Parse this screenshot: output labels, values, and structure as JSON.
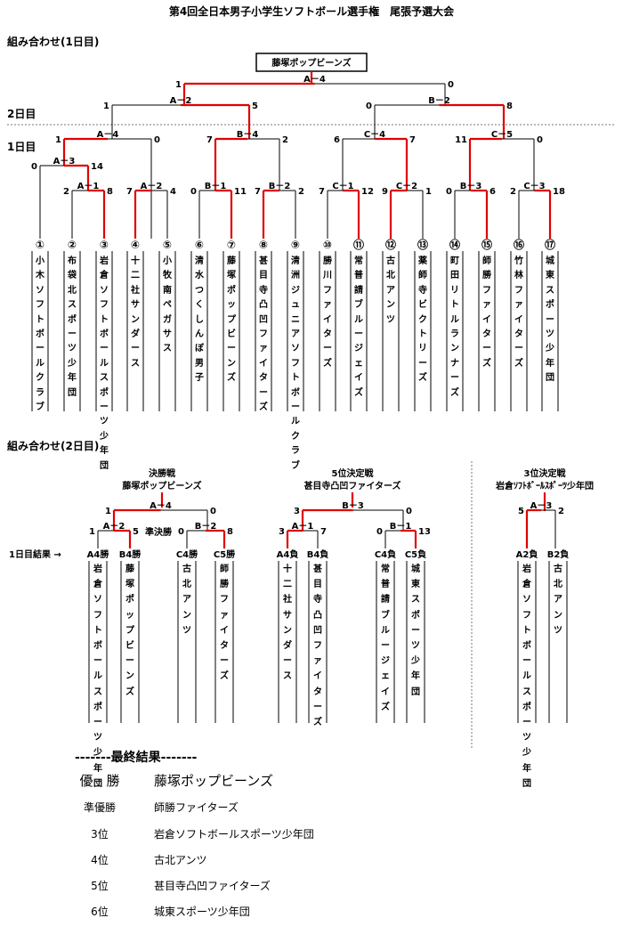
{
  "title": "第4回全日本男子小学生ソフトボール選手権　尾張予選大会",
  "day1": {
    "heading": "組み合わせ(1日目)",
    "day2_row_label": "2日目",
    "day1_row_label": "1日目",
    "winner_box": "藤塚ポップビーンズ",
    "matches": [
      {
        "code": "A－4",
        "left": "1",
        "right": "0"
      },
      {
        "code": "A－2",
        "left": "1",
        "right": "5"
      },
      {
        "code": "B－2",
        "left": "0",
        "right": "8"
      },
      {
        "code": "A－4",
        "left": "1",
        "right": "0"
      },
      {
        "code": "B－4",
        "left": "7",
        "right": "2"
      },
      {
        "code": "C－4",
        "left": "6",
        "right": "7"
      },
      {
        "code": "C－5",
        "left": "11",
        "right": "0"
      },
      {
        "code": "A－3",
        "left": "0",
        "right": "14"
      },
      {
        "code": "A－1",
        "left": "2",
        "right": "8"
      },
      {
        "code": "A－2",
        "left": "7",
        "right": "4"
      },
      {
        "code": "B－1",
        "left": "0",
        "right": "11"
      },
      {
        "code": "B－2",
        "left": "7",
        "right": "2"
      },
      {
        "code": "C－1",
        "left": "7",
        "right": "12"
      },
      {
        "code": "C－2",
        "left": "9",
        "right": "1"
      },
      {
        "code": "B－3",
        "left": "0",
        "right": "6"
      },
      {
        "code": "C－3",
        "left": "2",
        "right": "18"
      }
    ],
    "teams": [
      {
        "num": "①",
        "name": "小木ソフトボールクラブ"
      },
      {
        "num": "②",
        "name": "布袋北スポーツ少年団"
      },
      {
        "num": "③",
        "name": "岩倉ソフトボールスポーツ少年団"
      },
      {
        "num": "④",
        "name": "十二社サンダース"
      },
      {
        "num": "⑤",
        "name": "小牧南ペガサス"
      },
      {
        "num": "⑥",
        "name": "清水つくしんぼ男子"
      },
      {
        "num": "⑦",
        "name": "藤塚ポップビーンズ"
      },
      {
        "num": "⑧",
        "name": "甚目寺凸凹ファイターズ"
      },
      {
        "num": "⑨",
        "name": "清洲ジュニアソフトボールクラブ"
      },
      {
        "num": "⑩",
        "name": "勝川ファイターズ"
      },
      {
        "num": "⑪",
        "name": "常普請ブルージェイズ"
      },
      {
        "num": "⑫",
        "name": "古北アンツ"
      },
      {
        "num": "⑬",
        "name": "薬師寺ビクトリーズ"
      },
      {
        "num": "⑭",
        "name": "町田リトルランナーズ"
      },
      {
        "num": "⑮",
        "name": "師勝ファイターズ"
      },
      {
        "num": "⑯",
        "name": "竹林ファイターズ"
      },
      {
        "num": "⑰",
        "name": "城東スポーツ少年団"
      }
    ]
  },
  "day2": {
    "heading": "組み合わせ(2日目)",
    "final_label": "決勝戦",
    "final_winner": "藤塚ポップビーンズ",
    "fifth_label": "5位決定戦",
    "fifth_winner": "甚目寺凸凹ファイターズ",
    "third_label": "3位決定戦",
    "third_winner": "岩倉ｿﾌﾄﾎﾞｰﾙｽﾎﾟｰﾂ少年団",
    "semi_label": "準決勝",
    "day1_result_label": "1日目結果 →",
    "matches": [
      {
        "code": "A－4",
        "left": "1",
        "right": "0"
      },
      {
        "code": "A－2",
        "left": "1",
        "right": "5"
      },
      {
        "code": "B－2",
        "left": "0",
        "right": "8"
      },
      {
        "code": "B－3",
        "left": "3",
        "right": "0"
      },
      {
        "code": "A－1",
        "left": "3",
        "right": "7"
      },
      {
        "code": "B－1",
        "left": "0",
        "right": "13"
      },
      {
        "code": "A－3",
        "left": "5",
        "right": "2"
      }
    ],
    "slots": [
      {
        "label": "A4勝",
        "name": "岩倉ソフトボールスポーツ少年団"
      },
      {
        "label": "B4勝",
        "name": "藤塚ポップビーンズ"
      },
      {
        "label": "C4勝",
        "name": "古北アンツ"
      },
      {
        "label": "C5勝",
        "name": "師勝ファイターズ"
      },
      {
        "label": "A4負",
        "name": "十二社サンダース"
      },
      {
        "label": "B4負",
        "name": "甚目寺凸凹ファイターズ"
      },
      {
        "label": "C4負",
        "name": "常普請ブルージェイズ"
      },
      {
        "label": "C5負",
        "name": "城東スポーツ少年団"
      },
      {
        "label": "A2負",
        "name": "岩倉ソフトボールスポーツ少年団"
      },
      {
        "label": "B2負",
        "name": "古北アンツ"
      }
    ]
  },
  "final_results": {
    "heading": "-------最終結果-------",
    "rows": [
      {
        "place": "優　勝",
        "team": "藤塚ポップビーンズ"
      },
      {
        "place": "準優勝",
        "team": "師勝ファイターズ"
      },
      {
        "place": "3位",
        "team": "岩倉ソフトボールスポーツ少年団"
      },
      {
        "place": "4位",
        "team": "古北アンツ"
      },
      {
        "place": "5位",
        "team": "甚目寺凸凹ファイターズ"
      },
      {
        "place": "6位",
        "team": "城東スポーツ少年団"
      }
    ]
  },
  "colors": {
    "win_line": "#e00000",
    "line": "#000000"
  }
}
